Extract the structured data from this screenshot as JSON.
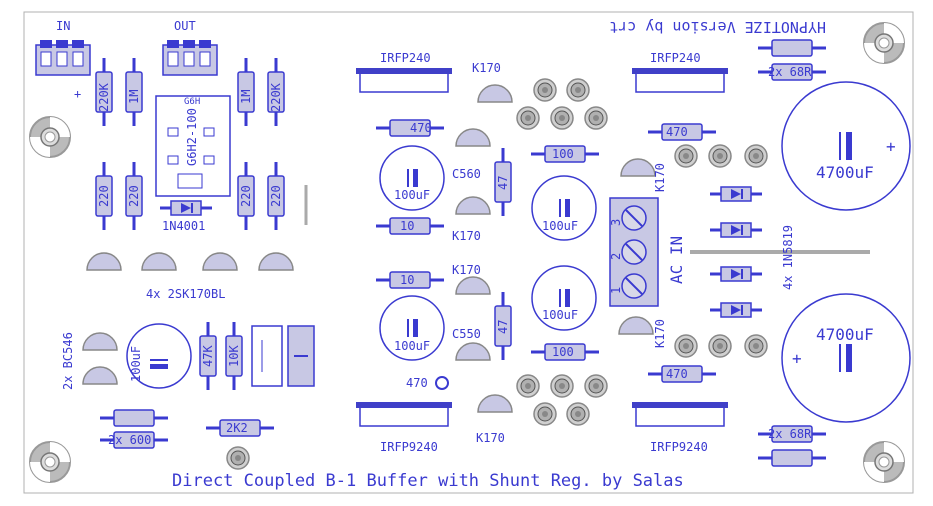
{
  "board": {
    "title": "Direct Coupled B-1 Buffer with Shunt Reg. by Salas",
    "mirror_title": "HYPNOTIZE Version by crt",
    "in_label": "IN",
    "out_label": "OUT",
    "relay_label": "G6H2-100",
    "relay_small": "G6H",
    "ac_in": "AC IN",
    "terminal_pins": [
      "3",
      "2",
      "1"
    ],
    "plus": "+",
    "minus": "-"
  },
  "components": {
    "r220k_left": "220K",
    "r1m_left": "1M",
    "r1m_right": "1M",
    "r220k_right": "220K",
    "r220_a": "220",
    "r220_b": "220",
    "r220_c": "220",
    "r220_d": "220",
    "diode_1n4001": "1N4001",
    "jfets": "4x 2SK170BL",
    "bc546": "2x BC546",
    "cap_100uf_left": "100uF",
    "r47k": "47K",
    "r10k": "10K",
    "r2x600": "2x 600",
    "r2k2": "2K2",
    "irfp240_left": "IRFP240",
    "irfp240_right": "IRFP240",
    "irfp9240_left": "IRFP9240",
    "irfp9240_right": "IRFP9240",
    "k170_1": "K170",
    "k170_2": "K170",
    "k170_3": "K170",
    "k170_4": "K170",
    "k170_5": "K170",
    "k170_6": "K170",
    "r470_1": "470",
    "r470_2": "470",
    "r470_3": "470",
    "r470_trim": "470",
    "c560": "C560",
    "c550": "C550",
    "r47_1": "47",
    "r47_2": "47",
    "r100_1": "100",
    "r100_2": "100",
    "r10_1": "10",
    "r10_2": "10",
    "cap_100uf_1": "100uF",
    "cap_100uf_2": "100uF",
    "cap_100uf_3": "100uF",
    "cap_100uf_4": "100uF",
    "r2x68r_top": "2x 68R",
    "r2x68r_bottom": "2x 68R",
    "cap_4700uf_top": "4700uF",
    "cap_4700uf_bottom": "4700uF",
    "diodes_1n5819": "4x 1N5819"
  },
  "colors": {
    "ink": "#3a3ad0",
    "fill": "#c8c8e4",
    "pad": "#8a8a9a",
    "tab": "#4040c8",
    "border": "#b0b0b0"
  }
}
